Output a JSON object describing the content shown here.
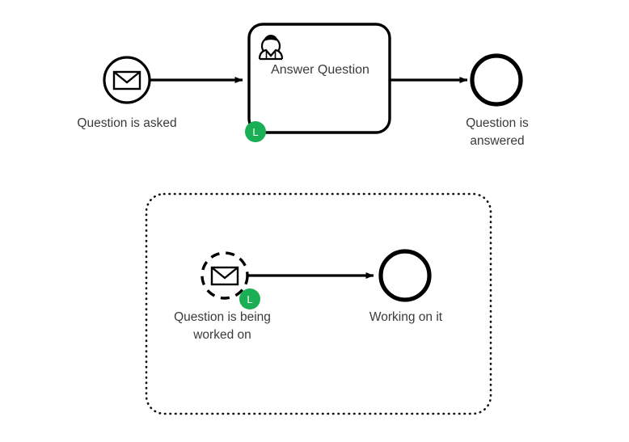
{
  "diagram": {
    "type": "bpmn-process",
    "background_color": "#ffffff",
    "stroke_color": "#000000",
    "text_color": "#3a3a3a",
    "accent_color": "#1aaf54"
  },
  "main_flow": {
    "start_event": {
      "icon": "envelope-icon",
      "shape": "message-start-event",
      "label": "Question is asked"
    },
    "task": {
      "name": "Answer Question",
      "type": "user-task",
      "icon": "user-icon",
      "badge": {
        "text": "L",
        "color": "#1aaf54",
        "title": "local-marker"
      }
    },
    "end_event": {
      "shape": "end-event",
      "label": "Question is answered"
    },
    "connections": [
      {
        "from": "start_event",
        "to": "task",
        "type": "sequence-flow"
      },
      {
        "from": "task",
        "to": "end_event",
        "type": "sequence-flow"
      }
    ]
  },
  "sub_group": {
    "border_style": "dotted",
    "start_event": {
      "icon": "envelope-icon",
      "shape": "non-interrupting-message-event",
      "stroke": "dashed",
      "label": "Question is being\nworked on",
      "badge": {
        "text": "L",
        "color": "#1aaf54",
        "title": "local-marker"
      }
    },
    "end_event": {
      "shape": "end-event",
      "label": "Working on it"
    },
    "connections": [
      {
        "from": "start_event",
        "to": "end_event",
        "type": "sequence-flow"
      }
    ]
  }
}
